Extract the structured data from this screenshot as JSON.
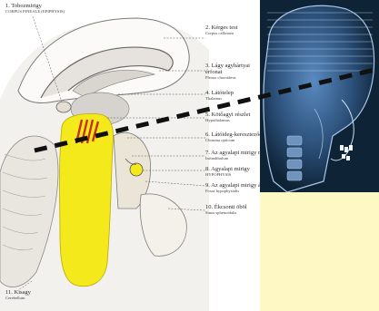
{
  "colors": {
    "highlight_yellow": "#f4e91a",
    "hatch_red": "#c8301e",
    "scan_line": "#101010",
    "xray_bg": "#0f2336",
    "note_panel": "#fdf8c4"
  },
  "labels": [
    {
      "main": "1. Tobozmirigy",
      "sub": "CORPUS PINEALE (EPIPHYSIS)"
    },
    {
      "main": "2. Kérges test",
      "sub": "Corpus callosum"
    },
    {
      "main": "3. Lágy agyhártyai",
      "sub2": "érfonat",
      "sub": "Plexus choroideus"
    },
    {
      "main": "4. Látótelep",
      "sub": "Thalamus"
    },
    {
      "main": "5. Kötőagyi részlet",
      "sub": "Hypothalamus"
    },
    {
      "main": "6. Látóideg-kereszteződés",
      "sub": "Chiasma opticum"
    },
    {
      "main": "7. Az agyalapi mirigy nyele",
      "sub": "Infundibulum"
    },
    {
      "main": "8. Agyalapi mirigy",
      "sub": "HYPOPHYSIS"
    },
    {
      "main": "9. Az agyalapi mirigy árka",
      "sub": "Fossa hypophysialis"
    },
    {
      "main": "10. Ékcsonti öböl",
      "sub": "Sinus sphenoidalis"
    },
    {
      "main": "11. Kisagy",
      "sub": "Cerebellum"
    }
  ],
  "icons": {
    "illustration": "brain-sagittal-section-illustration",
    "xray": "skull-lateral-xray-image",
    "scan_line": "dashed-scan-plane-line"
  }
}
